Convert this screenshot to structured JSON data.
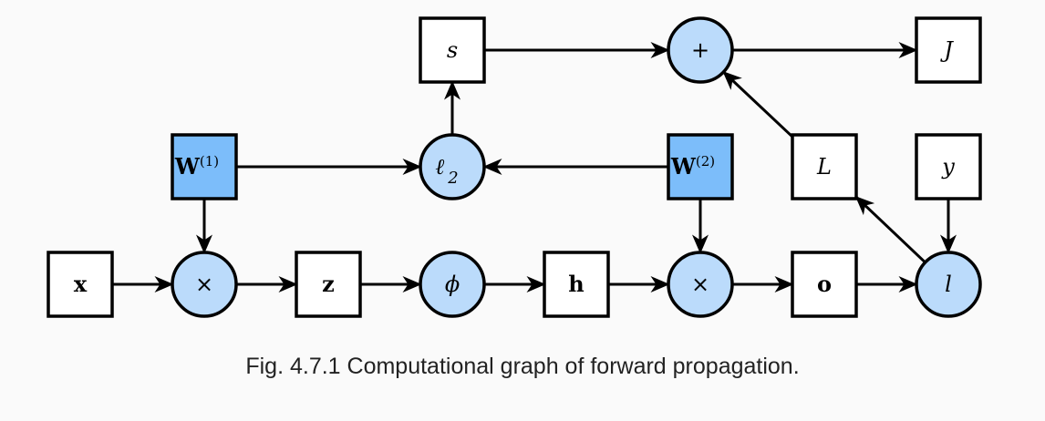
{
  "caption": "Fig. 4.7.1  Computational graph of forward propagation.",
  "colors": {
    "background": "#fafafa",
    "variable_fill": "#ffffff",
    "operator_fill": "#bbdbfb",
    "parameter_fill": "#7cbdfa",
    "stroke": "#000000"
  },
  "nodes": [
    {
      "id": "x",
      "kind": "variable",
      "label": "x",
      "style": "bold",
      "row": 2,
      "col": 0
    },
    {
      "id": "mul1",
      "kind": "operator",
      "label": "×",
      "style": "op",
      "row": 2,
      "col": 1
    },
    {
      "id": "z",
      "kind": "variable",
      "label": "z",
      "style": "bold",
      "row": 2,
      "col": 2
    },
    {
      "id": "phi",
      "kind": "operator",
      "label": "ϕ",
      "style": "italic",
      "row": 2,
      "col": 3
    },
    {
      "id": "h",
      "kind": "variable",
      "label": "h",
      "style": "bold",
      "row": 2,
      "col": 4
    },
    {
      "id": "mul2",
      "kind": "operator",
      "label": "×",
      "style": "op",
      "row": 2,
      "col": 5
    },
    {
      "id": "o",
      "kind": "variable",
      "label": "o",
      "style": "bold",
      "row": 2,
      "col": 6
    },
    {
      "id": "lfun",
      "kind": "operator",
      "label": "l",
      "style": "italic",
      "row": 2,
      "col": 7
    },
    {
      "id": "W1",
      "kind": "parameter",
      "label": "W",
      "sup": "(1)",
      "style": "bold",
      "row": 1,
      "col": 1
    },
    {
      "id": "l2",
      "kind": "operator",
      "label": "ℓ",
      "sub": "2",
      "style": "italic",
      "row": 1,
      "col": 3
    },
    {
      "id": "W2",
      "kind": "parameter",
      "label": "W",
      "sup": "(2)",
      "style": "bold",
      "row": 1,
      "col": 5
    },
    {
      "id": "L",
      "kind": "variable",
      "label": "L",
      "style": "italic",
      "row": 1,
      "col": 6
    },
    {
      "id": "y",
      "kind": "variable",
      "label": "y",
      "style": "italic",
      "row": 1,
      "col": 7
    },
    {
      "id": "s",
      "kind": "variable",
      "label": "s",
      "style": "italic",
      "row": 0,
      "col": 3
    },
    {
      "id": "plus",
      "kind": "operator",
      "label": "+",
      "style": "op",
      "row": 0,
      "col": 5
    },
    {
      "id": "J",
      "kind": "variable",
      "label": "J",
      "style": "italic",
      "row": 0,
      "col": 7
    }
  ],
  "edges": [
    {
      "from": "x",
      "to": "mul1"
    },
    {
      "from": "mul1",
      "to": "z"
    },
    {
      "from": "z",
      "to": "phi"
    },
    {
      "from": "phi",
      "to": "h"
    },
    {
      "from": "h",
      "to": "mul2"
    },
    {
      "from": "mul2",
      "to": "o"
    },
    {
      "from": "o",
      "to": "lfun"
    },
    {
      "from": "W1",
      "to": "mul1"
    },
    {
      "from": "W2",
      "to": "mul2"
    },
    {
      "from": "W1",
      "to": "l2"
    },
    {
      "from": "W2",
      "to": "l2"
    },
    {
      "from": "l2",
      "to": "s"
    },
    {
      "from": "s",
      "to": "plus"
    },
    {
      "from": "plus",
      "to": "J"
    },
    {
      "from": "lfun",
      "to": "L"
    },
    {
      "from": "L",
      "to": "plus"
    },
    {
      "from": "y",
      "to": "lfun"
    }
  ]
}
